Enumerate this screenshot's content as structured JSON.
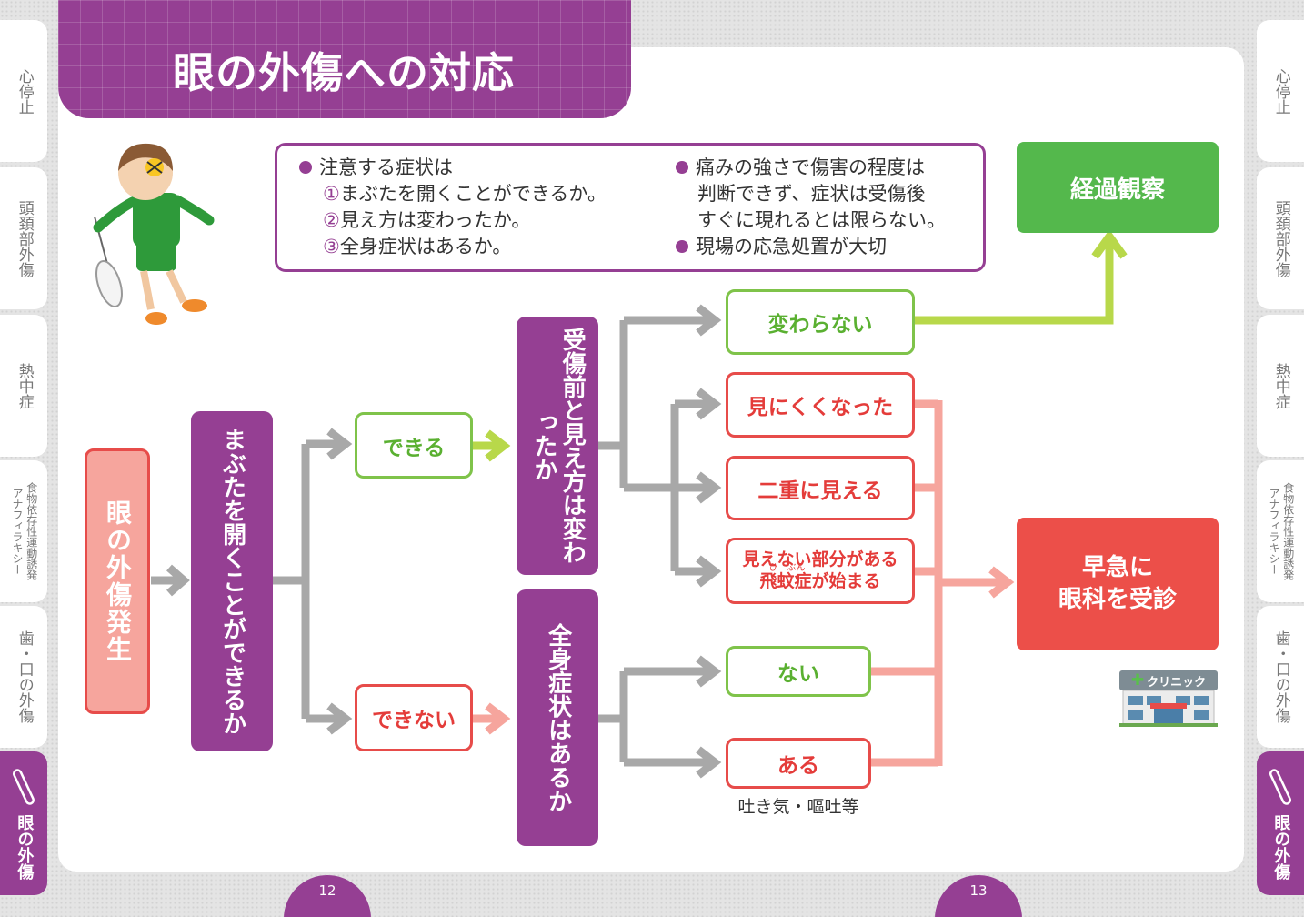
{
  "page": {
    "title": "眼の外傷への対応",
    "page_left": "12",
    "page_right": "13"
  },
  "tabs": [
    {
      "label": "心停止",
      "active": false
    },
    {
      "label": "頭頚部外傷",
      "active": false
    },
    {
      "label": "熱中症",
      "active": false
    },
    {
      "label_line1": "食物依存性運動誘発",
      "label_line2": "アナフィラキシー",
      "active": false
    },
    {
      "label": "歯・口の外傷",
      "active": false
    },
    {
      "label": "眼の外傷",
      "active": true
    }
  ],
  "info": {
    "left": {
      "heading": "注意する症状は",
      "items": [
        {
          "num": "①",
          "text": "まぶたを開くことができるか。"
        },
        {
          "num": "②",
          "text": "見え方は変わったか。"
        },
        {
          "num": "③",
          "text": "全身症状はあるか。"
        }
      ]
    },
    "right": {
      "lines": [
        "痛みの強さで傷害の程度は",
        "判断できず、症状は受傷後",
        "すぐに現れるとは限らない。"
      ],
      "bullet2": "現場の応急処置が大切"
    }
  },
  "flow": {
    "start": "眼の外傷発生",
    "q1": "まぶたを開くことができるか",
    "can": "できる",
    "cannot": "できない",
    "q2": "受傷前と見え方は変わったか",
    "q3": "全身症状はあるか",
    "unchanged": "変わらない",
    "hard_to_see": "見にくくなった",
    "double": "二重に見える",
    "blind_spot": "見えない部分がある",
    "floaters": "飛蚊症が始まる",
    "floaters_ruby_1": "ひ",
    "floaters_ruby_2": "ぶん",
    "none": "ない",
    "yes": "ある",
    "yes_note": "吐き気・嘔吐等",
    "observe": "経過観察",
    "urgent_line1": "早急に",
    "urgent_line2": "眼科を受診",
    "clinic": "クリニック"
  },
  "colors": {
    "purple": "#953f93",
    "green": "#54b84c",
    "lime_arrow": "#b8d84a",
    "red": "#e74c4a",
    "pink_arrow": "#f6a59d",
    "gray_arrow": "#a8a8a8"
  }
}
